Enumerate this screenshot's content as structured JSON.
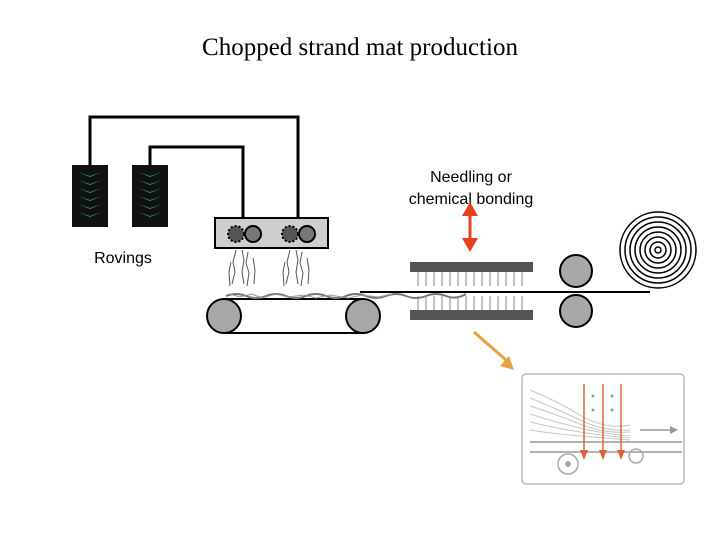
{
  "title": "Chopped strand mat production",
  "labels": {
    "rovings": "Rovings",
    "needling_line1": "Needling or",
    "needling_line2": "chemical bonding"
  },
  "colors": {
    "roving_green": "#1f9c86",
    "bonding_arrow": "#e8401c",
    "detail_arrow": "#e8a23c",
    "roller_gray": "#a8a8a8",
    "stroke": "#000000"
  }
}
